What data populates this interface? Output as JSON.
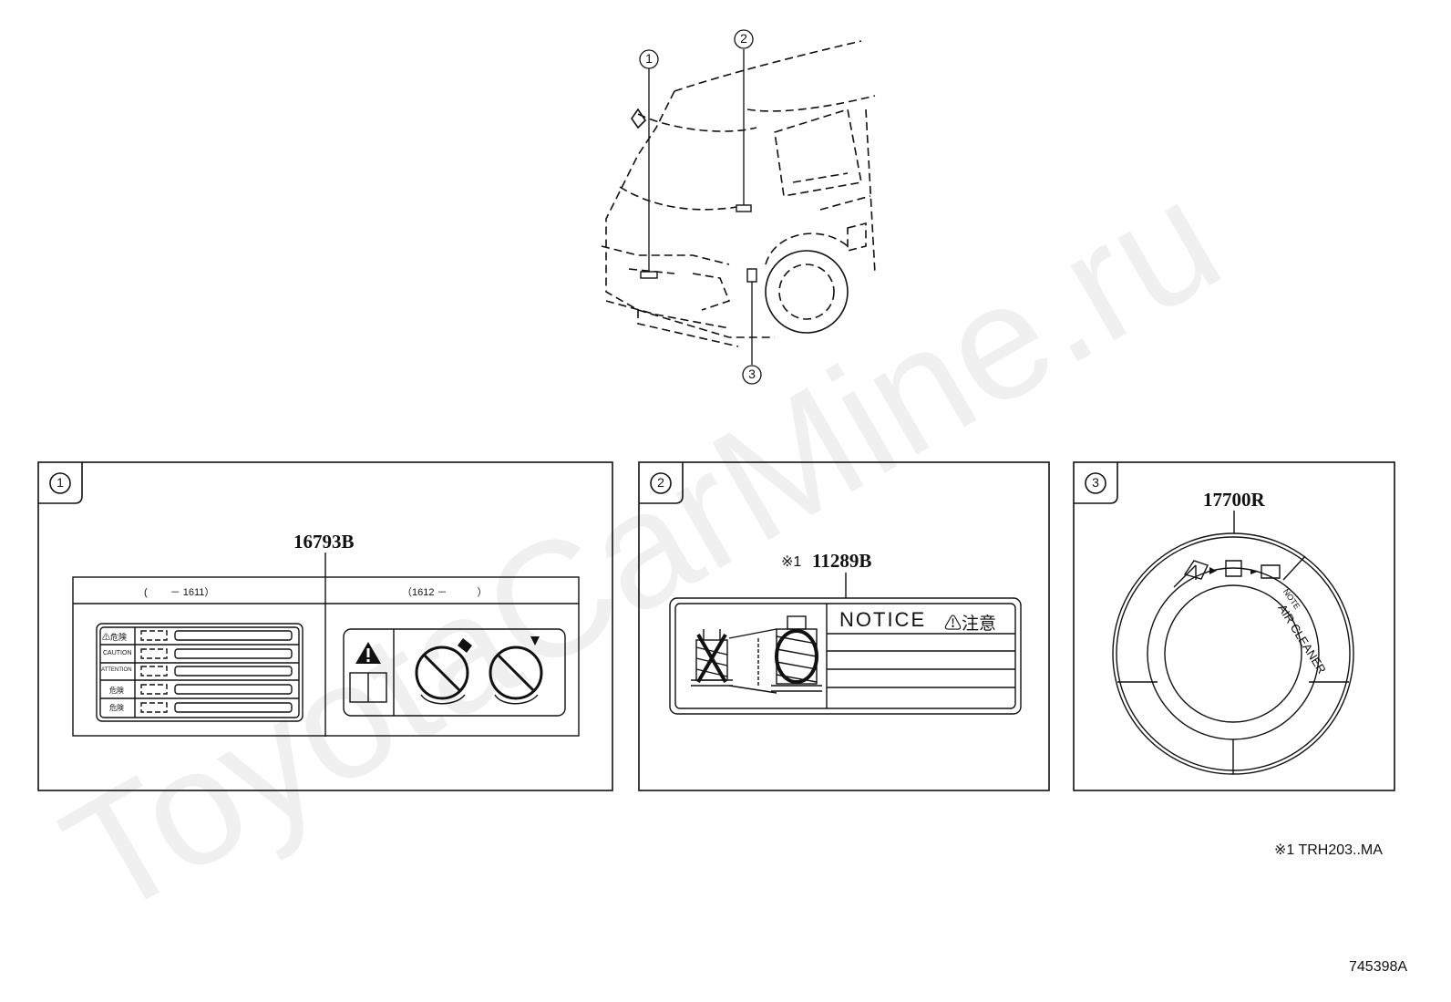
{
  "callouts": [
    "1",
    "2",
    "3"
  ],
  "panel1": {
    "index": "1",
    "part_number": "16793B",
    "left_header": "(　　 － 1611）",
    "right_header": "（1612 －　　　）",
    "label_rows": [
      "⚠危険",
      "CAUTION",
      "ATTENTION",
      "危険",
      "危険"
    ]
  },
  "panel2": {
    "index": "2",
    "footnote_mark": "※1",
    "part_number": "11289B",
    "notice_title": "NOTICE",
    "notice_jp": "⚠注意"
  },
  "panel3": {
    "index": "3",
    "part_number": "17700R",
    "ring_text_1": "AIR CLEANER",
    "ring_text_2": "NOTE"
  },
  "footnote": "※1 TRH203..MA",
  "drawing_id": "745398A",
  "watermark": "ToyotaCarMine.ru"
}
